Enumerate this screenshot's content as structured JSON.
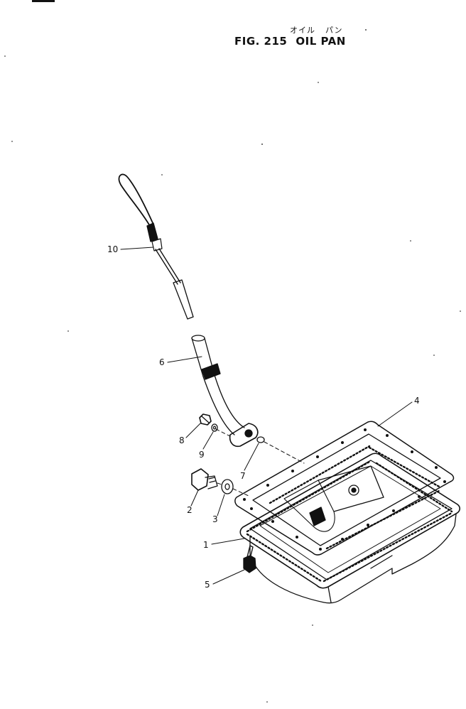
{
  "header": {
    "fig_label": "FIG. 215",
    "title_en": "OIL  PAN",
    "title_jp_1": "オイル",
    "title_jp_2": "パン"
  },
  "callouts": [
    {
      "id": "1",
      "label": "1"
    },
    {
      "id": "2",
      "label": "2"
    },
    {
      "id": "3",
      "label": "3"
    },
    {
      "id": "4",
      "label": "4"
    },
    {
      "id": "5",
      "label": "5"
    },
    {
      "id": "6",
      "label": "6"
    },
    {
      "id": "7",
      "label": "7"
    },
    {
      "id": "8",
      "label": "8"
    },
    {
      "id": "9",
      "label": "9"
    },
    {
      "id": "10",
      "label": "10"
    }
  ],
  "colors": {
    "ink": "#111111",
    "paper": "#ffffff"
  }
}
